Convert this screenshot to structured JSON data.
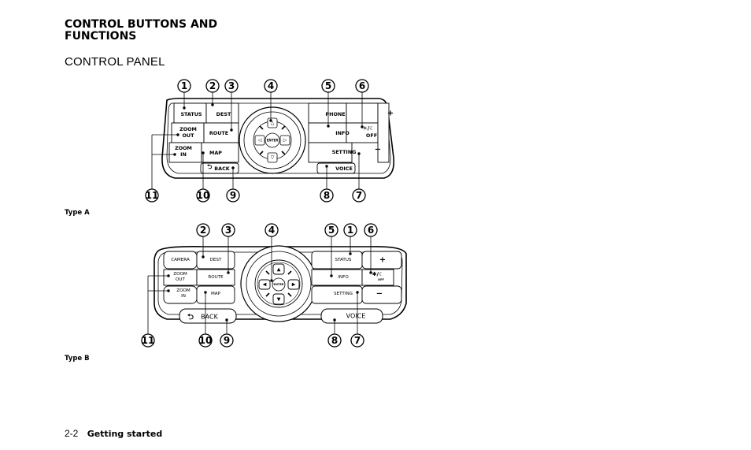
{
  "heading": "CONTROL BUTTONS AND FUNCTIONS",
  "subheading": "CONTROL PANEL",
  "type_a": {
    "caption": "Type A",
    "buttons": {
      "status": "STATUS",
      "dest": "DEST",
      "zoom_out_1": "ZOOM",
      "zoom_out_2": "OUT",
      "route": "ROUTE",
      "zoom_in_1": "ZOOM",
      "zoom_in_2": "IN",
      "map": "MAP",
      "back": "BACK",
      "phone": "PHONE",
      "info": "INFO",
      "setting": "SETTING",
      "voice": "VOICE",
      "plus": "+",
      "minus": "−",
      "off": "OFF",
      "enter": "ENTER"
    },
    "callouts": [
      "1",
      "2",
      "3",
      "4",
      "5",
      "6",
      "7",
      "8",
      "9",
      "10",
      "11"
    ]
  },
  "type_b": {
    "caption": "Type B",
    "buttons": {
      "camera": "CAMERA",
      "dest": "DEST",
      "zoom_out_1": "ZOOM",
      "zoom_out_2": "OUT",
      "route": "ROUTE",
      "zoom_in_1": "ZOOM",
      "zoom_in_2": "IN",
      "map": "MAP",
      "back": "BACK",
      "status": "STATUS",
      "info": "INFO",
      "setting": "SETTING",
      "voice": "VOICE",
      "plus": "+",
      "minus": "−",
      "off": "OFF",
      "enter": "ENTER"
    },
    "callouts": [
      "2",
      "3",
      "4",
      "5",
      "1",
      "6",
      "11",
      "10",
      "9",
      "8",
      "7"
    ]
  },
  "footer": {
    "page": "2-2",
    "section": "Getting started"
  }
}
